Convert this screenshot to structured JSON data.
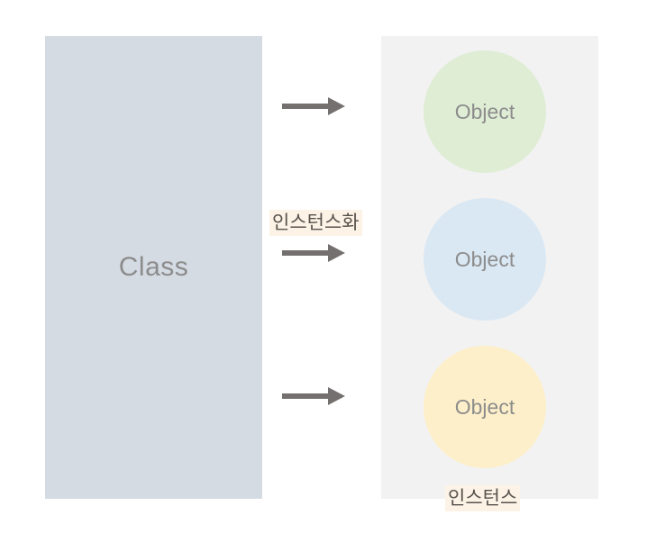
{
  "page": {
    "background_color": "#ffffff"
  },
  "class_box": {
    "label": "Class",
    "bg_color": "#d5dbe3",
    "text_color": "#8c8c8c"
  },
  "instances_panel": {
    "bg_color": "#f2f2f2",
    "object_text_color": "#8c8c8c",
    "objects": [
      {
        "label": "Object",
        "bg_color": "#dfedd5"
      },
      {
        "label": "Object",
        "bg_color": "#dae8f4"
      },
      {
        "label": "Object",
        "bg_color": "#fdefc9"
      }
    ]
  },
  "arrows": {
    "color": "#757070",
    "count": 3
  },
  "labels": {
    "instantiation": {
      "text": "인스턴스화",
      "bg_color": "#fcf3e6",
      "text_color": "#57524d"
    },
    "instance": {
      "text": "인스턴스",
      "bg_color": "#fcf3e6",
      "text_color": "#57524d"
    }
  }
}
